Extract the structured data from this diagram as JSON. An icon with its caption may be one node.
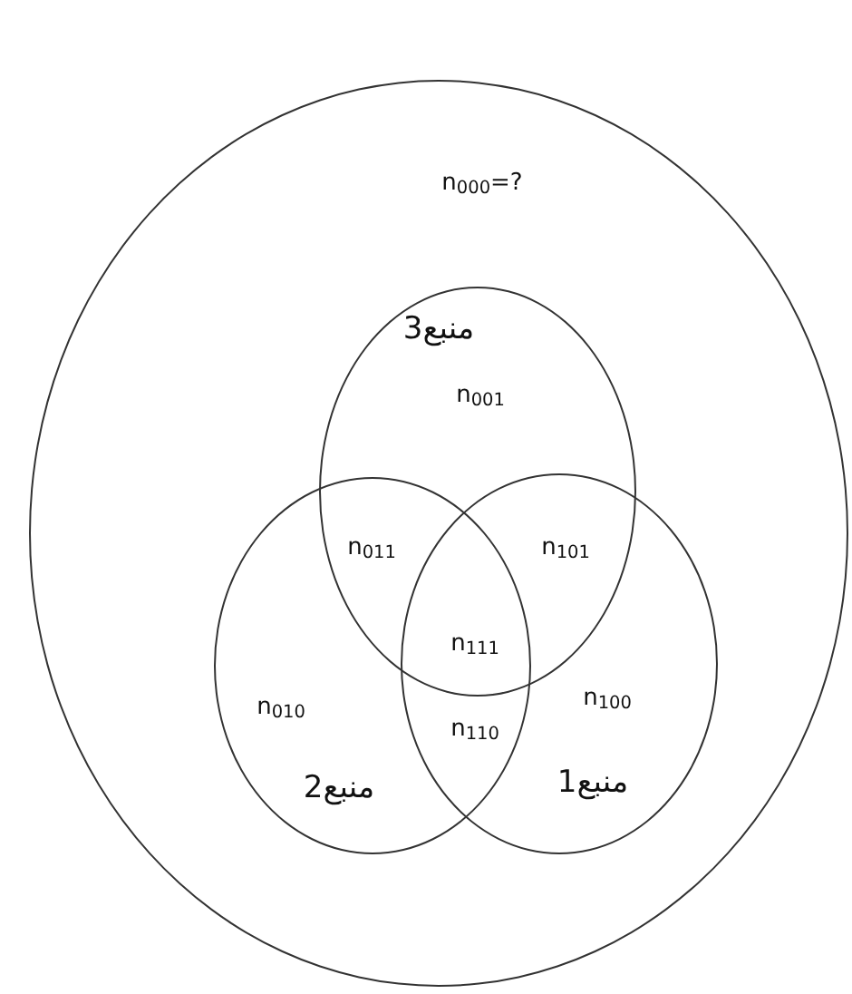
{
  "diagram": {
    "nodes": [
      {
        "text": [
          "n$_{000}$=?"
        ]
      },
      {
        "text": [
          "منبع3"
        ],
        "in": 0
      },
      {
        "text": [
          "منبع2"
        ],
        "in": 0
      },
      {
        "text": [
          "منبع1"
        ],
        "in": 0
      }
    ],
    "labels": [
      "n$_{001}$",
      "n$_{011}$",
      "n$_{101}$",
      "n$_{111}$",
      "n$_{010}$",
      "n$_{110}$",
      "n$_{100}$"
    ]
  }
}
